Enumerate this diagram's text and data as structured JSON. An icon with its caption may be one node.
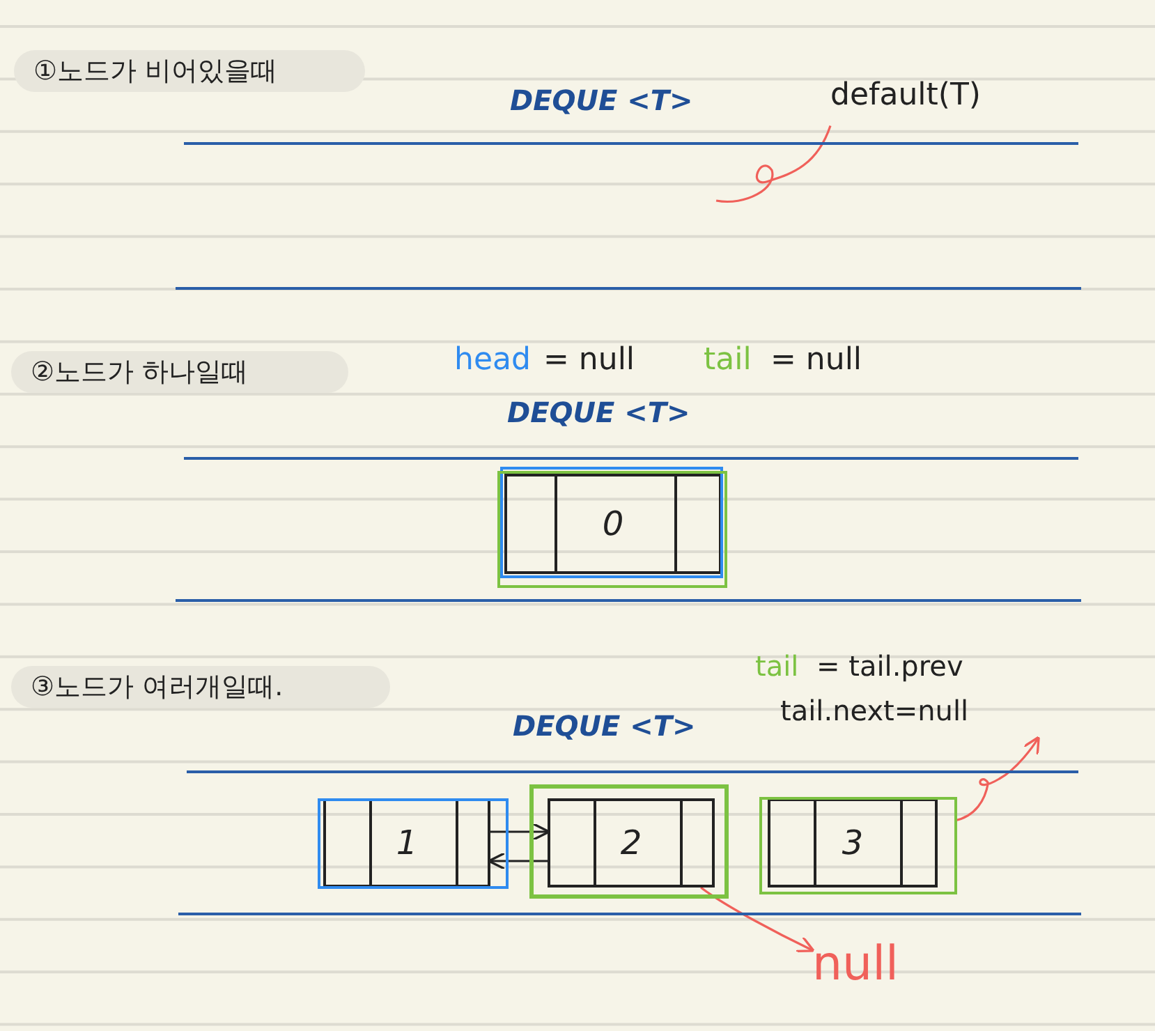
{
  "diagram": {
    "nodes": [
      {
        "text": [
          "①노드가 비어있을때"
        ]
      },
      {
        "text": [
          "DEQUE <T>"
        ]
      },
      {
        "text": [
          "default(T)"
        ]
      },
      {
        "text": [
          "②노드가 하나일때"
        ]
      },
      {
        "text": [
          "DEQUE <T>"
        ]
      },
      {
        "text": [
          "0"
        ],
        "in": 4
      },
      {
        "text": [
          "③노드가 여러개일때."
        ]
      },
      {
        "text": [
          "tail",
          "= tail.prev",
          "tail.next=null"
        ]
      },
      {
        "text": [
          "DEQUE <T>"
        ]
      },
      {
        "text": [
          "1"
        ],
        "in": 8
      },
      {
        "text": [
          "2"
        ],
        "in": 8
      },
      {
        "text": [
          "3"
        ],
        "in": 8
      },
      {
        "text": [
          "null"
        ]
      }
    ],
    "edges": [
      {
        "from": 2,
        "to": 1,
        "arrow": "none",
        "color": "#f0605a"
      },
      {
        "from": 9,
        "to": 10,
        "arrow": "to",
        "color": "#222222"
      },
      {
        "from": 10,
        "to": 9,
        "arrow": "to",
        "color": "#222222"
      },
      {
        "from": 10,
        "to": 12,
        "arrow": "to",
        "color": "#f0605a"
      },
      {
        "from": 11,
        "to": 7,
        "arrow": "to",
        "color": "#f0605a"
      }
    ],
    "labels": [
      "head",
      "= null",
      "tail",
      "= null"
    ]
  }
}
